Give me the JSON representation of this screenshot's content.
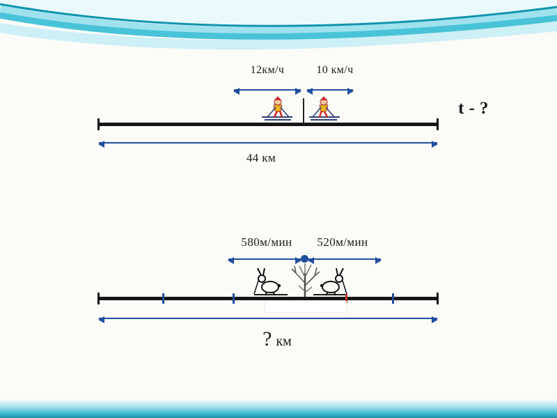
{
  "colors": {
    "arrow_blue": "#1f4e9c",
    "line_black": "#151515",
    "teal_accent": "#2fb6cc",
    "red_tick": "#c2302a",
    "text": "#1a1a1a"
  },
  "problem1": {
    "speed_left": "12км/ч",
    "speed_right": "10 км/ч",
    "distance": "44 км",
    "time_question": "t - ?"
  },
  "problem2": {
    "speed_left": "580м/мин",
    "speed_right": "520м/мин",
    "question_mark": "?",
    "unit": "км"
  },
  "icons": {
    "skier-icon": "svg-skier-figure",
    "hare-skier-icon": "svg-hare-on-skis",
    "bare-tree-icon": "svg-bare-tree",
    "meeting-point-dot": "css-circle"
  }
}
